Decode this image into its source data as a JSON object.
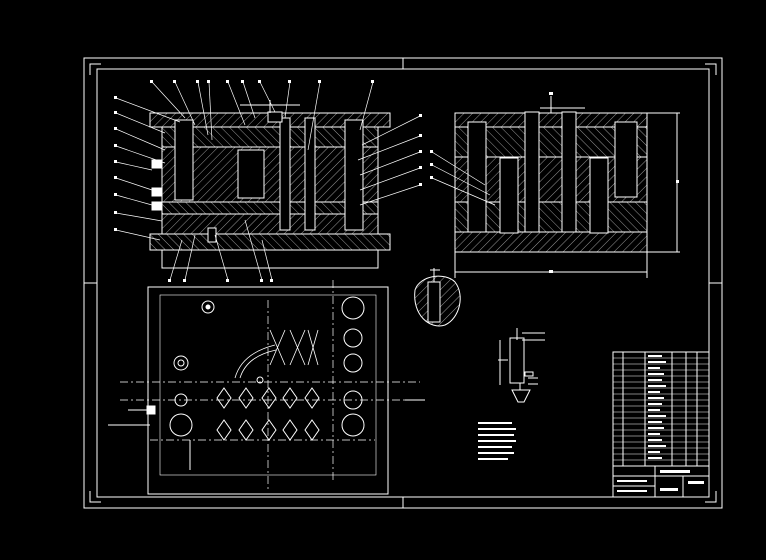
{
  "drawing": {
    "background": "#000000",
    "line_color": "#ffffff",
    "text_color": "#ffffff",
    "accent_color": "#cccccc"
  },
  "views": [
    {
      "id": "front-section",
      "kind": "sectioned-assembly-view"
    },
    {
      "id": "side-section",
      "kind": "sectioned-assembly-view"
    },
    {
      "id": "plan-view",
      "kind": "top-view-with-cavity-layout"
    },
    {
      "id": "detail-view",
      "kind": "enlarged-detail"
    },
    {
      "id": "part-sketch",
      "kind": "part-outline"
    }
  ],
  "title_block": {
    "present": true
  }
}
